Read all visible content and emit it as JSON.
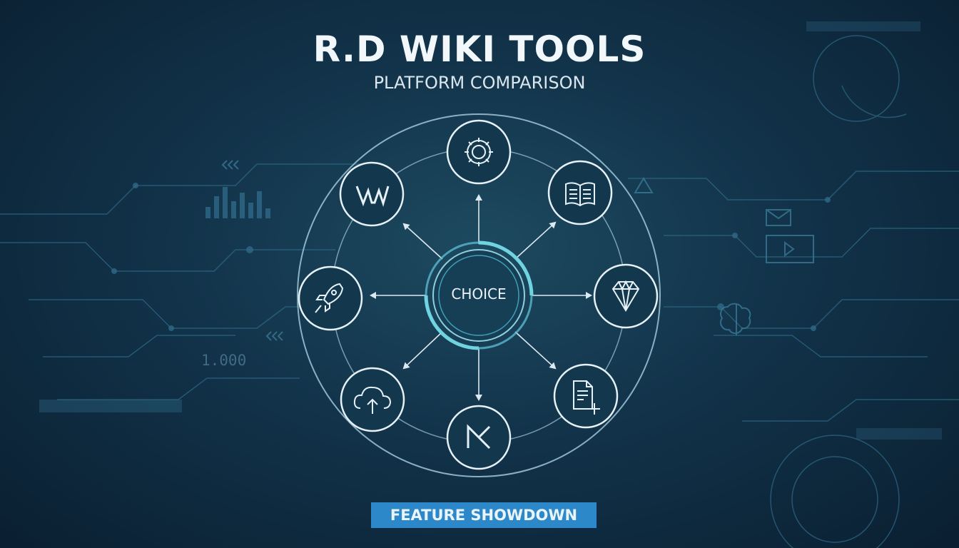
{
  "title": "R.D WIKI TOOLS",
  "subtitle": "PLATFORM COMPARISON",
  "center_label": "CHOICE",
  "badge_label": "FEATURE SHOWDOWN",
  "background_number": "1.000",
  "nodes": [
    {
      "icon": "gear-icon"
    },
    {
      "icon": "open-book-icon"
    },
    {
      "icon": "diamond-icon"
    },
    {
      "icon": "document-add-icon"
    },
    {
      "icon": "k-logo-icon"
    },
    {
      "icon": "cloud-upload-icon"
    },
    {
      "icon": "rocket-icon"
    },
    {
      "icon": "w-logo-icon"
    }
  ],
  "colors": {
    "background": "#12334a",
    "accent": "#2d88c9",
    "ring": "#6fd3e0",
    "line": "#cfe3ee"
  }
}
